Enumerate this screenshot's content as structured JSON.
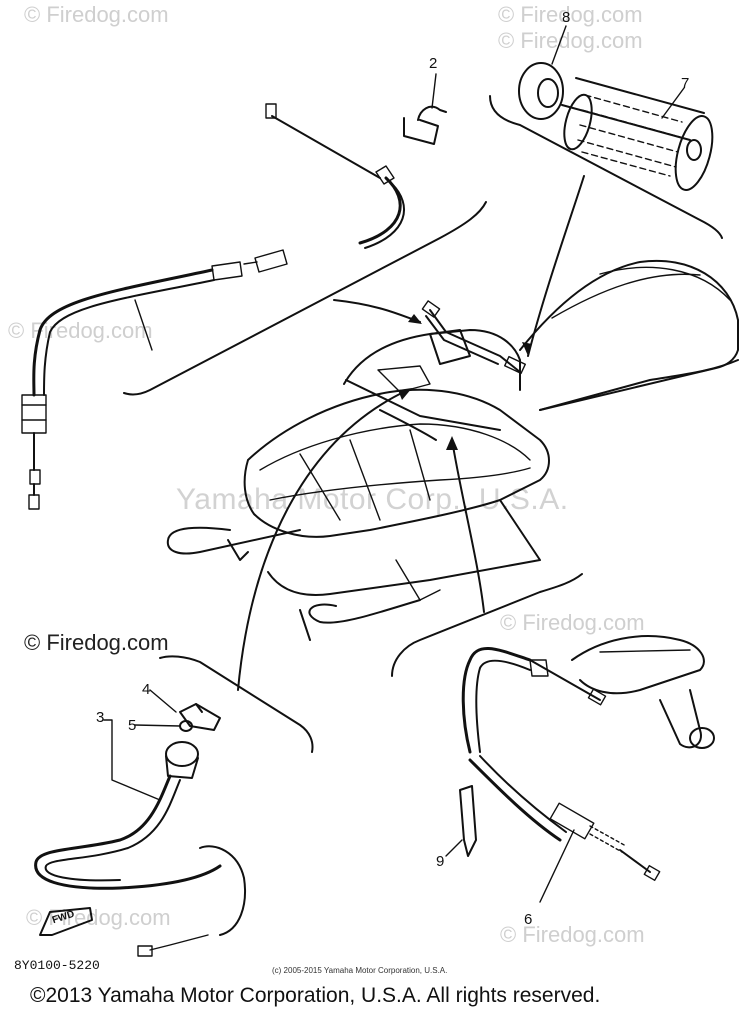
{
  "watermarks": {
    "firedog_text": "© Firedog.com",
    "center_text": "Yamaha Motor Corp., U.S.A."
  },
  "callouts": {
    "c1": "2",
    "c2": "3",
    "c3": "4",
    "c4": "5",
    "c5": "6",
    "c6": "7",
    "c7": "8",
    "c8": "9"
  },
  "labels": {
    "fwd_tag": "FWD",
    "part_number": "8Y0100-5220",
    "small_copyright": "(c) 2005-2015 Yamaha Motor Corporation, U.S.A."
  },
  "footer": {
    "copyright": "©2013 Yamaha Motor Corporation, U.S.A. All rights reserved."
  }
}
